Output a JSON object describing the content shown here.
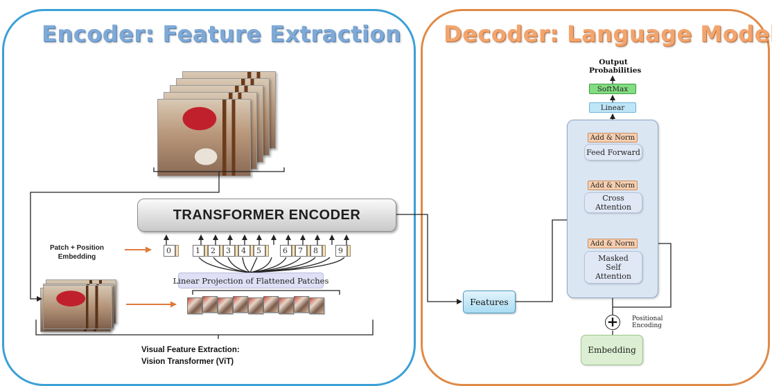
{
  "encoder": {
    "title": "Encoder: Feature Extraction",
    "transformer_encoder": "TRANSFORMER ENCODER",
    "patch_position_embedding": "Patch + Position Embedding",
    "linear_projection": "Linear Projection of Flattened Patches",
    "tokens": [
      "0",
      "1",
      "2",
      "3",
      "4",
      "5",
      "6",
      "7",
      "8",
      "9"
    ],
    "visual_feature_extraction": "Visual Feature Extraction:",
    "vision_transformer": "Vision Transformer (ViT)"
  },
  "decoder": {
    "title": "Decoder: Language Model",
    "features": "Features",
    "output_probabilities": "Output Probabilities",
    "softmax": "SoftMax",
    "linear": "Linear",
    "add_norm": "Add & Norm",
    "feed_forward": "Feed Forward",
    "cross_attention": "Cross Attention",
    "masked_self_attention": "Masked Self Attention",
    "positional_encoding": "Positional Encoding",
    "embedding": "Embedding",
    "plus_symbol": "+"
  },
  "colors": {
    "encoder_border": "#3aa0d6",
    "decoder_border": "#e08a47",
    "encoder_title": "#7fa9d6",
    "decoder_title": "#f2a56e",
    "arrow_orange": "#e07a3a"
  }
}
